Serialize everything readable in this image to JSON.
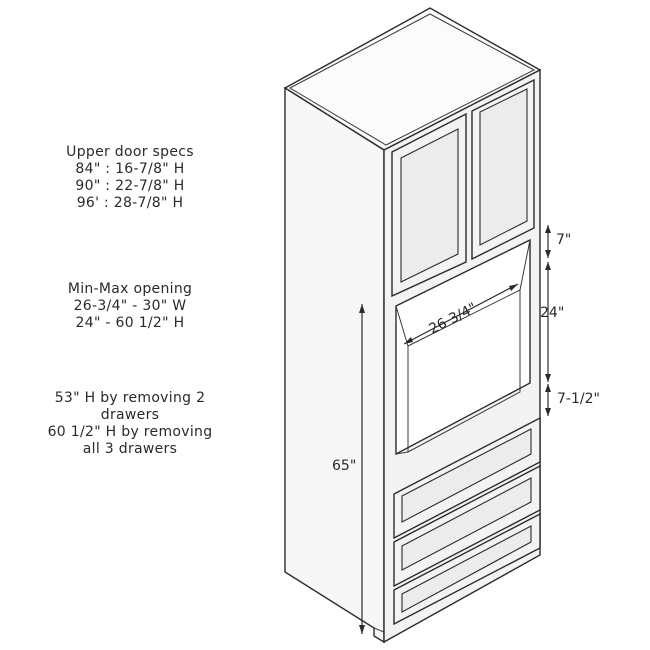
{
  "upper_door_specs": {
    "title": "Upper door specs",
    "lines": [
      "84\" : 16-7/8\" H",
      "90\" : 22-7/8\" H",
      "96' : 28-7/8\" H"
    ]
  },
  "opening_specs": {
    "title": "Min-Max opening",
    "lines": [
      "26-3/4\" - 30\" W",
      "24\" - 60 1/2\" H"
    ]
  },
  "drawer_notes": {
    "lines": [
      "53\" H by removing 2",
      "drawers",
      "60 1/2\" H by removing",
      "all 3 drawers"
    ]
  },
  "dimensions": {
    "upper_rail": "7\"",
    "opening_height": "24\"",
    "opening_width": "26 3/4\"",
    "lower_rail": "7-1/2\"",
    "base_height": "65\""
  }
}
